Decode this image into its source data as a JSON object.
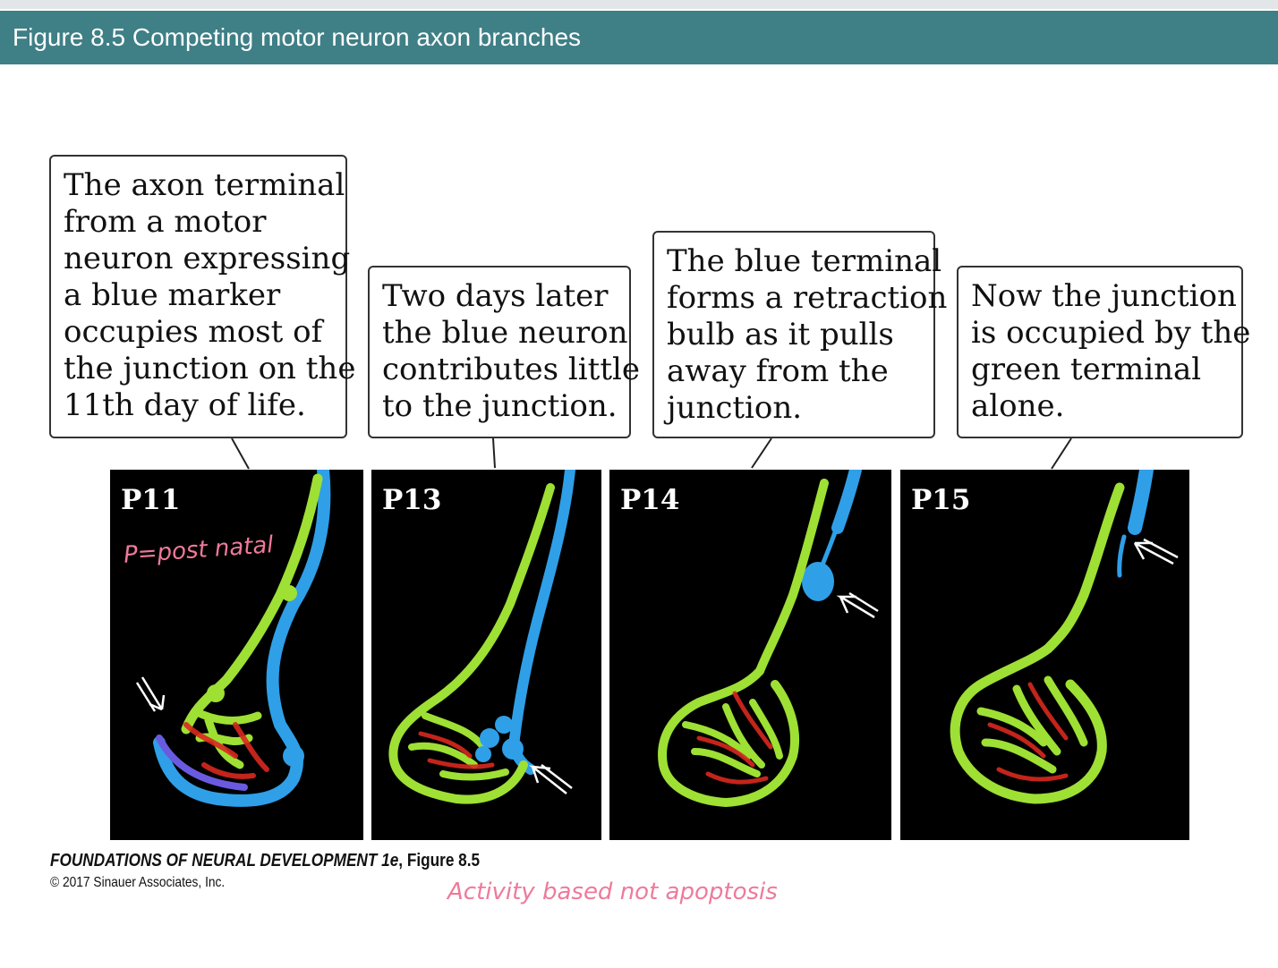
{
  "figure": {
    "title": "Figure 8.5  Competing motor neuron axon branches"
  },
  "callouts": [
    {
      "lines": [
        "The axon terminal",
        "from a motor",
        "neuron expressing",
        "a blue marker",
        "occupies most of",
        "the junction on the",
        "11th day of life."
      ]
    },
    {
      "lines": [
        "Two days later",
        "the blue neuron",
        "contributes little",
        "to the junction."
      ]
    },
    {
      "lines": [
        "The blue terminal",
        "forms a retraction",
        "bulb as it pulls",
        "away from the",
        "junction."
      ]
    },
    {
      "lines": [
        "Now the junction",
        "is occupied by the",
        "green terminal",
        "alone."
      ]
    }
  ],
  "panels": [
    {
      "label": "P11"
    },
    {
      "label": "P13"
    },
    {
      "label": "P14"
    },
    {
      "label": "P15"
    }
  ],
  "annotations": {
    "postnatal_note": "P=post natal",
    "activity_note": "Activity based not apoptosis"
  },
  "credit": {
    "book": "FOUNDATIONS OF NEURAL DEVELOPMENT 1e",
    "figure_ref": ", Figure 8.5",
    "copyright": "© 2017 Sinauer Associates, Inc."
  },
  "colors": {
    "title_bar": "#3f7f86",
    "green_terminal": "#9ee034",
    "blue_terminal": "#2f9fe8",
    "red_receptors": "#d8281e",
    "annotation_pink": "#ee7a9a"
  }
}
